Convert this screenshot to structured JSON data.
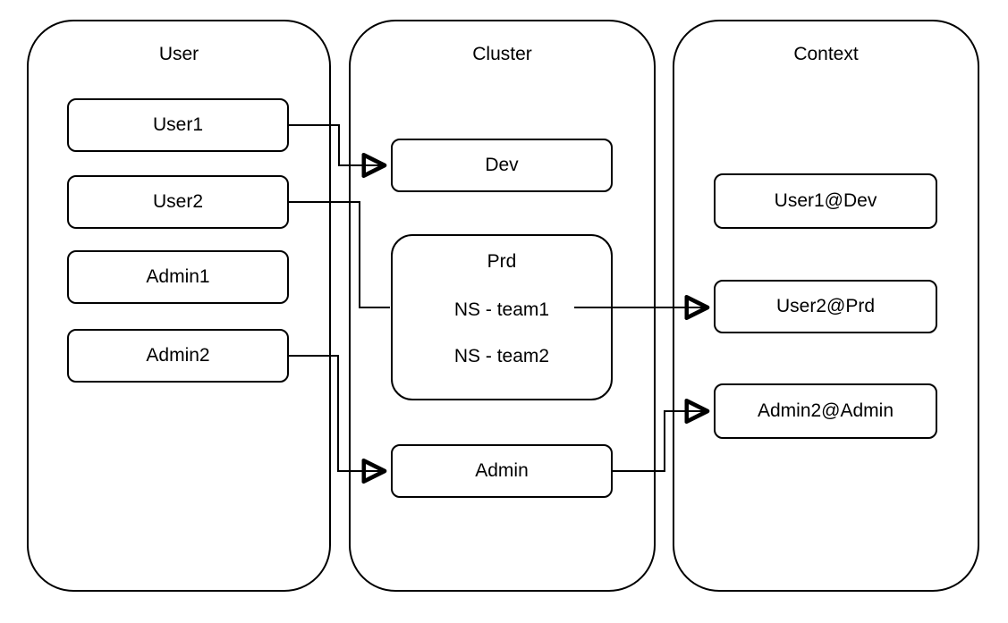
{
  "colors": {
    "stroke": "#000000",
    "node_fill": "#ffffff",
    "background": "#ffffff",
    "text": "#000000"
  },
  "containers": {
    "user": {
      "title": "User",
      "nodes": {
        "user1": "User1",
        "user2": "User2",
        "admin1": "Admin1",
        "admin2": "Admin2"
      }
    },
    "cluster": {
      "title": "Cluster",
      "nodes": {
        "dev": "Dev",
        "prd": {
          "title": "Prd",
          "ns1": "NS - team1",
          "ns2": "NS - team2"
        },
        "admin": "Admin"
      }
    },
    "context": {
      "title": "Context",
      "nodes": {
        "user1_dev": "User1@Dev",
        "user2_prd": "User2@Prd",
        "admin2_admin": "Admin2@Admin"
      }
    }
  },
  "edges": [
    {
      "from": "User1",
      "to": "Dev",
      "arrow": true
    },
    {
      "from": "User2",
      "to": "Prd (NS - team1)",
      "arrow": false
    },
    {
      "from": "Admin2",
      "to": "Admin",
      "arrow": true
    },
    {
      "from": "NS - team1",
      "to": "User2@Prd",
      "arrow": true
    },
    {
      "from": "Admin",
      "to": "Admin2@Admin",
      "arrow": true
    }
  ]
}
